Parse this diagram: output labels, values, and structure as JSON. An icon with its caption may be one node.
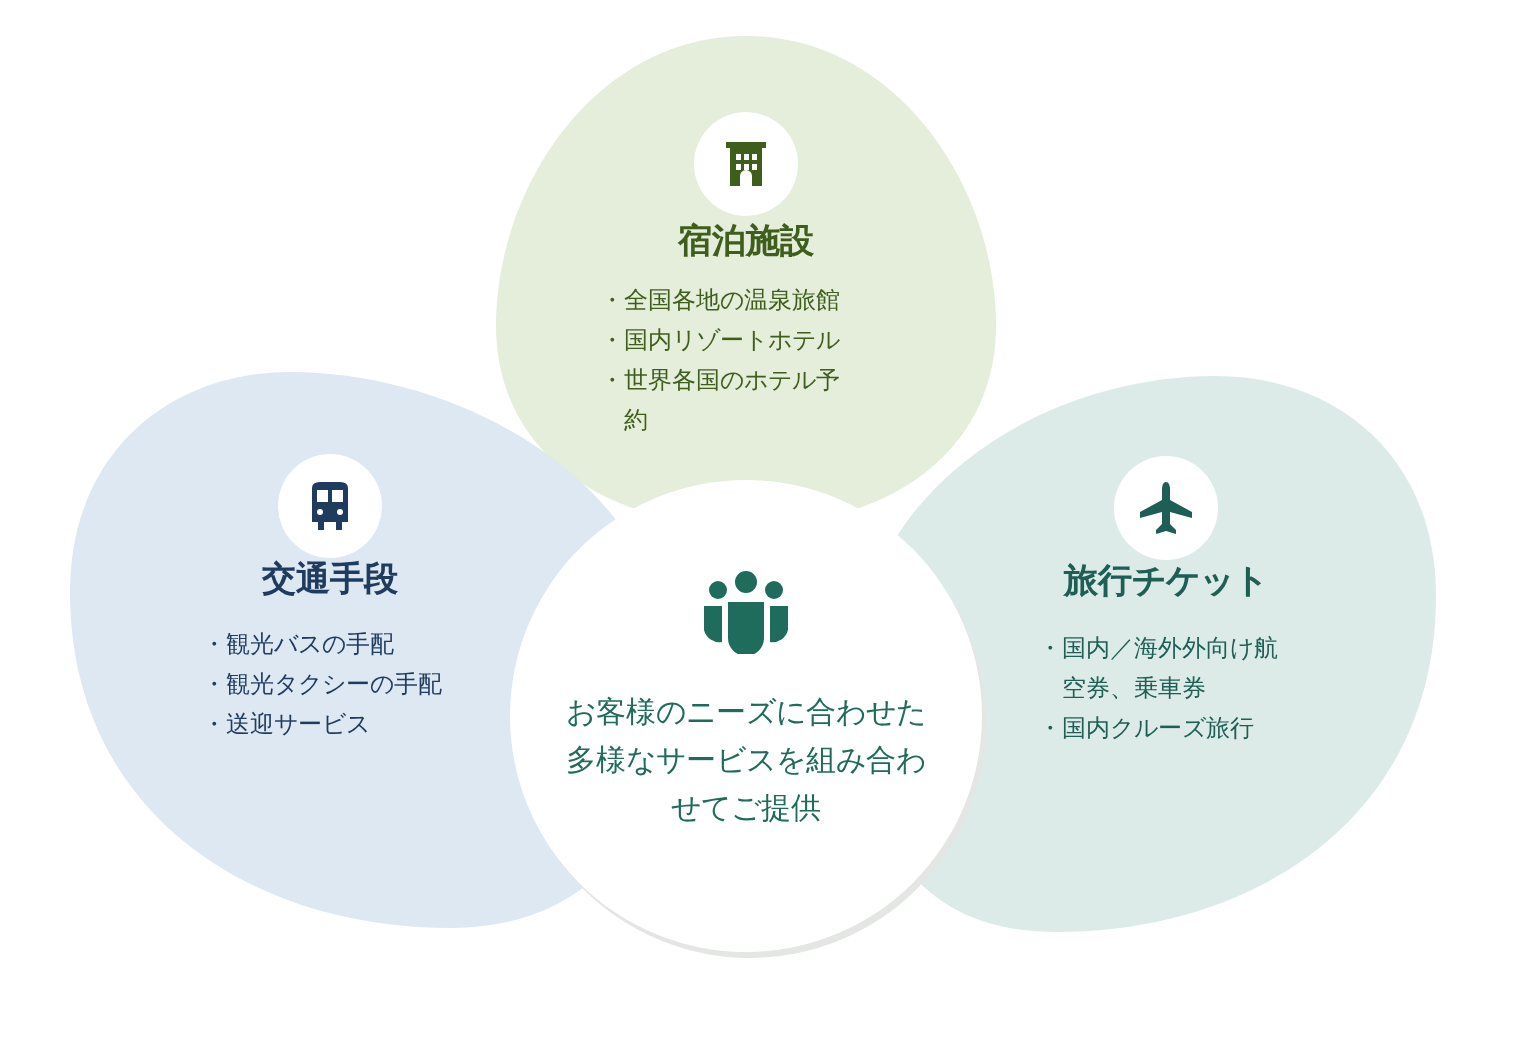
{
  "diagram": {
    "nodes": [
      {
        "text": [
          "宿泊施設",
          "・全国各地の温泉旅館",
          "・国内リゾートホテル",
          "・世界各国のホテル予約"
        ]
      },
      {
        "text": [
          "交通手段",
          "・観光バスの手配",
          "・観光タクシーの手配",
          "・送迎サービス"
        ]
      },
      {
        "text": [
          "お客様のニーズに合わせた多様なサービスを組み合わせてご提供"
        ]
      },
      {
        "text": [
          "旅行チケット",
          "・国内／海外外向け航空券、乗車券",
          "・国内クルーズ旅行"
        ]
      }
    ]
  }
}
